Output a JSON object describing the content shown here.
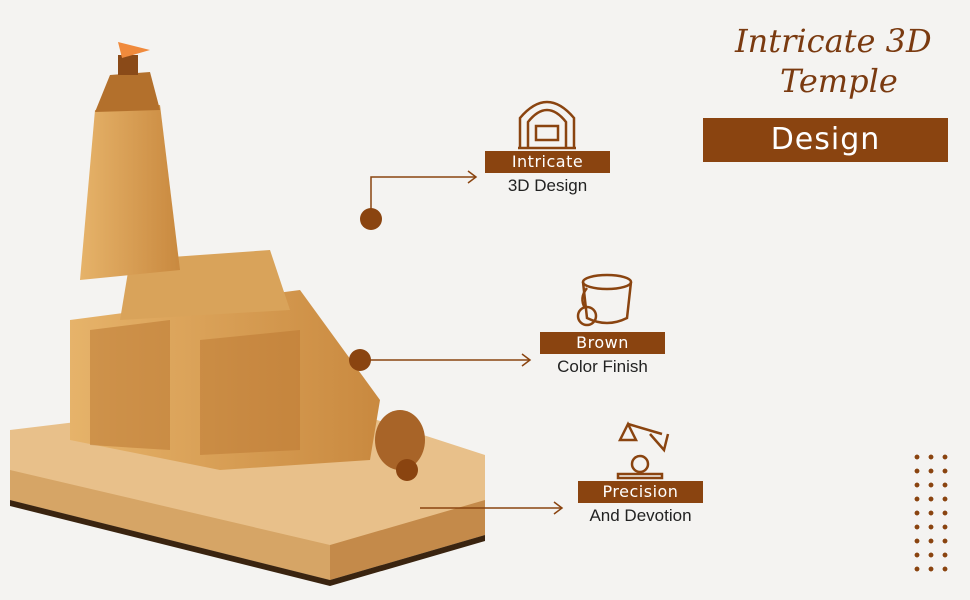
{
  "heading": {
    "line1": "Intricate 3D",
    "line2": "Temple",
    "banner": "Design"
  },
  "features": [
    {
      "tag": "Intricate",
      "sub": "3D Design",
      "icon": "temple-arch-icon"
    },
    {
      "tag": "Brown",
      "sub": "Color Finish",
      "icon": "paint-bucket-icon"
    },
    {
      "tag": "Precision",
      "sub": "And Devotion",
      "icon": "hand-flag-gear-icon"
    }
  ],
  "colors": {
    "accent": "#8a4410",
    "background": "#f4f3f1",
    "wood": "#d9a35a"
  }
}
